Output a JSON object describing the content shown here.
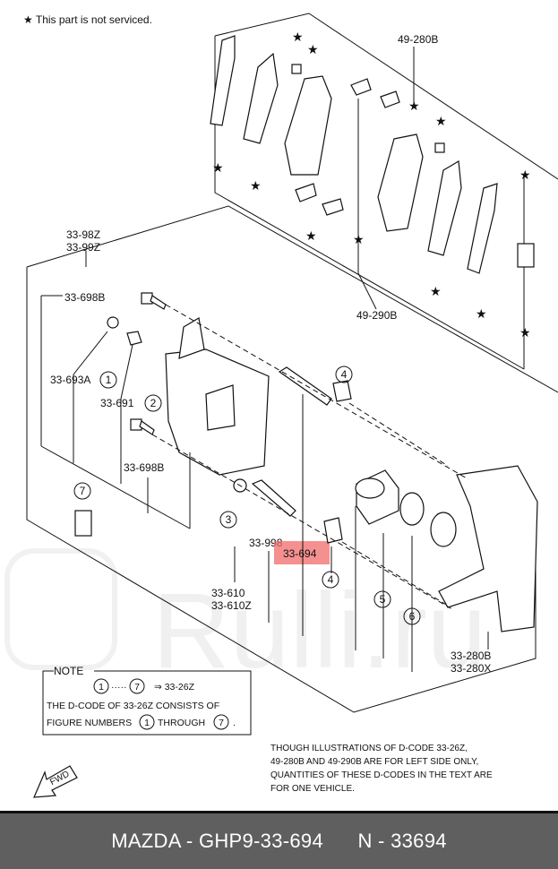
{
  "legend": "★ This part is not serviced.",
  "labels": {
    "p49_280b": "49-280B",
    "p33_98z": "33-98Z",
    "p33_99z": "33-99Z",
    "p33_698b_top": "33-698B",
    "p33_693a": "33-693A",
    "p33_691": "33-691",
    "p33_698b_mid": "33-698B",
    "p49_290b": "49-290B",
    "p33_998": "33-998",
    "p33_694": "33-694",
    "p33_610": "33-610",
    "p33_610z": "33-610Z",
    "p33_280b": "33-280B",
    "p33_280x": "33-280X"
  },
  "callouts": [
    "1",
    "2",
    "3",
    "4",
    "4",
    "5",
    "6",
    "7"
  ],
  "note": {
    "title": "NOTE",
    "from": "1",
    "dots": "·····",
    "to": "7",
    "arrow": "⇒ 33-26Z",
    "line1": "THE D-CODE OF  33-26Z  CONSISTS OF",
    "line2a": "FIGURE NUMBERS",
    "line2b": "1",
    "line2c": "THROUGH",
    "line2d": "7",
    "line2e": "."
  },
  "footnote": [
    "THOUGH  ILLUSTRATIONS  OF  D-CODE 33-26Z,",
    " 49-280B AND  49-290B ARE  FOR  LEFT  SIDE ONLY,",
    "QUANTITIES  OF  THESE  D-CODES  IN  THE TEXT  ARE",
    "FOR  ONE  VEHICLE."
  ],
  "fwd": "FWD",
  "watermark": "Rulli.ru",
  "footer": "MAZDA - GHP9-33-694      N - 33694",
  "colors": {
    "highlight": "#f26b6b",
    "footer_bg": "#5f5f5f"
  }
}
